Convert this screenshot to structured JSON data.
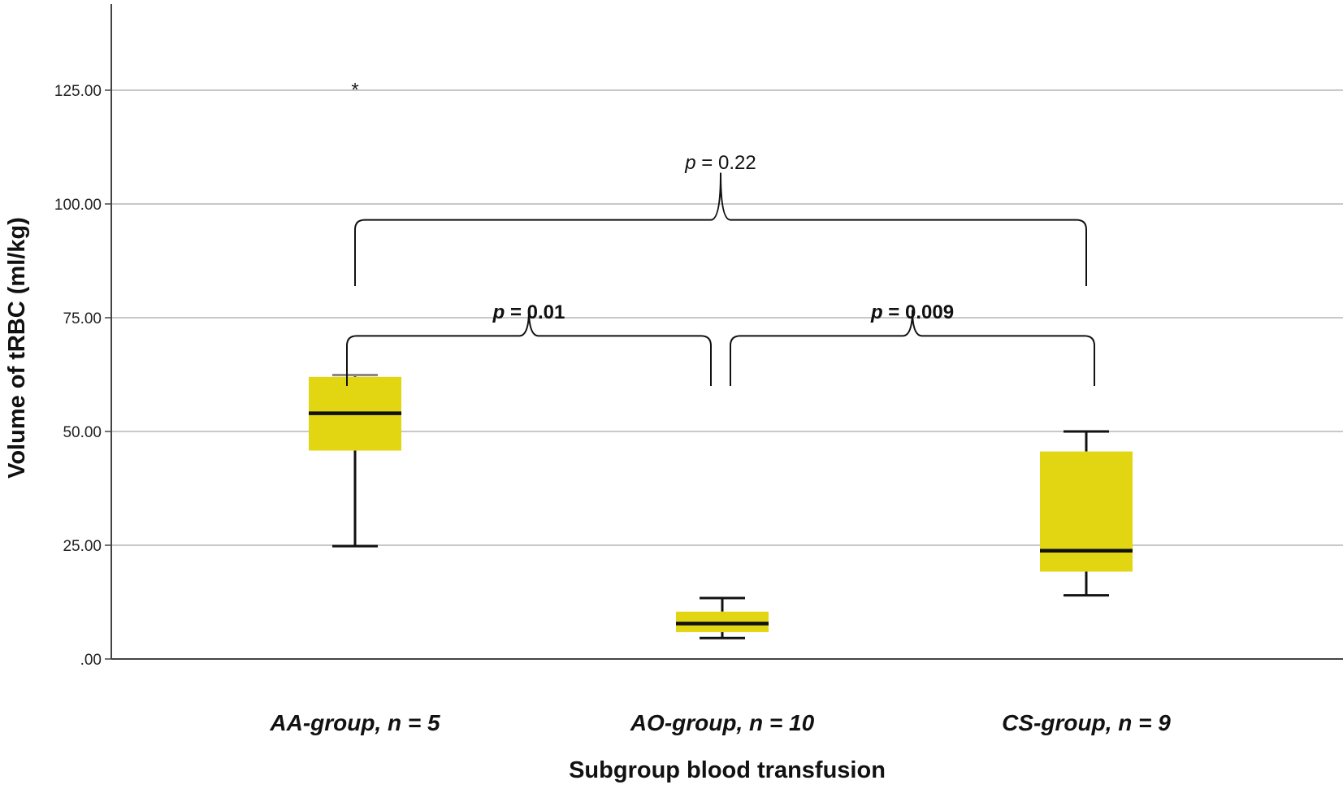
{
  "chart_data": {
    "type": "box",
    "title": "",
    "xlabel": "Subgroup blood transfusion",
    "ylabel": "Volume of tRBC (ml/kg)",
    "ylim": [
      0,
      145
    ],
    "yticks": [
      0,
      25,
      50,
      75,
      100,
      125
    ],
    "ytick_labels": [
      ".00",
      "25.00",
      "50.00",
      "75.00",
      "100.00",
      "125.00"
    ],
    "grid": "horizontal",
    "box_color": "#e2d613",
    "categories": [
      "AA-group, n = 5",
      "AO-group, n = 10",
      "CS-group, n = 9"
    ],
    "boxes": [
      {
        "whisker_low": 24.8,
        "q1": 45.8,
        "median": 54.0,
        "q3": 62.0,
        "whisker_high": 62.4,
        "outliers": [
          {
            "value": 126.5,
            "marker": "*"
          }
        ]
      },
      {
        "whisker_low": 4.6,
        "q1": 5.9,
        "median": 7.8,
        "q3": 10.4,
        "whisker_high": 13.4,
        "outliers": []
      },
      {
        "whisker_low": 14.0,
        "q1": 19.2,
        "median": 23.8,
        "q3": 45.6,
        "whisker_high": 50.0,
        "outliers": []
      }
    ],
    "annotations": [
      {
        "from": 0,
        "to": 2,
        "p_italic": "p",
        "text": " = 0.22",
        "bold": false,
        "level": 96.5
      },
      {
        "from": 0,
        "to": 1,
        "p_italic": "p",
        "text": " = 0.01",
        "bold": true,
        "level": 71
      },
      {
        "from": 1,
        "to": 2,
        "p_italic": "p",
        "text": " = 0.009",
        "bold": true,
        "level": 71
      }
    ]
  }
}
